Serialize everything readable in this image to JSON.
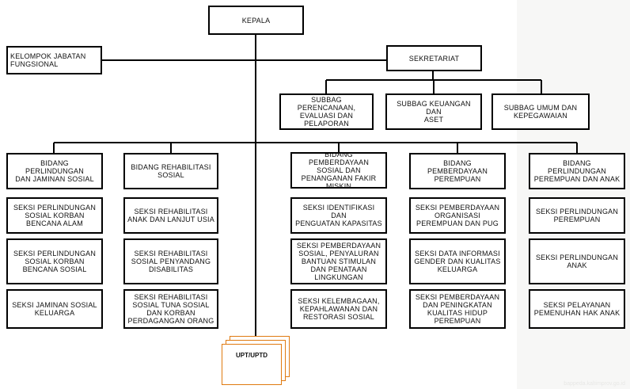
{
  "chart": {
    "head": "KEPALA",
    "functional": "KELOMPOK JABATAN\nFUNGSIONAL",
    "secretariat": "SEKRETARIAT",
    "subbag": [
      "SUBBAG PERENCANAAN,\nEVALUASI DAN\nPELAPORAN",
      "SUBBAG KEUANGAN DAN\nASET",
      "SUBBAG UMUM DAN\nKEPEGAWAIAN"
    ],
    "divisions": [
      {
        "title": "BIDANG PERLINDUNGAN\nDAN JAMINAN SOSIAL",
        "sections": [
          "SEKSI PERLINDUNGAN\nSOSIAL KORBAN\nBENCANA ALAM",
          "SEKSI PERLINDUNGAN\nSOSIAL KORBAN\nBENCANA SOSIAL",
          "SEKSI JAMINAN SOSIAL\nKELUARGA"
        ]
      },
      {
        "title": "BIDANG REHABILITASI\nSOSIAL",
        "sections": [
          "SEKSI REHABILITASI\nANAK DAN LANJUT USIA",
          "SEKSI REHABILITASI\nSOSIAL PENYANDANG\nDISABILITAS",
          "SEKSI REHABILITASI\nSOSIAL TUNA SOSIAL\nDAN KORBAN\nPERDAGANGAN ORANG"
        ]
      },
      {
        "title": "BIDANG PEMBERDAYAAN\nSOSIAL DAN\nPENANGANAN FAKIR\nMISKIN",
        "sections": [
          "SEKSI IDENTIFIKASI DAN\nPENGUATAN KAPASITAS",
          "SEKSI PEMBERDAYAAN\nSOSIAL, PENYALURAN\nBANTUAN STIMULAN\nDAN PENATAAN\nLINGKUNGAN",
          "SEKSI KELEMBAGAAN,\nKEPAHLAWANAN DAN\nRESTORASI SOSIAL"
        ]
      },
      {
        "title": "BIDANG PEMBERDAYAAN\nPEREMPUAN",
        "sections": [
          "SEKSI PEMBERDAYAAN\nORGANISASI\nPEREMPUAN DAN PUG",
          "SEKSI DATA INFORMASI\nGENDER DAN KUALITAS\nKELUARGA",
          "SEKSI PEMBERDAYAAN\nDAN PENINGKATAN\nKUALITAS HIDUP\nPEREMPUAN"
        ]
      },
      {
        "title": "BIDANG PERLINDUNGAN\nPEREMPUAN DAN ANAK",
        "sections": [
          "SEKSI PERLINDUNGAN\nPEREMPUAN",
          "SEKSI PERLINDUNGAN\nANAK",
          "SEKSI PELAYANAN\nPEMENUHAN HAK ANAK"
        ]
      }
    ],
    "uptd": "UPT/UPTD"
  },
  "colors": {
    "line": "#000000",
    "uptd_border": "#e07a10",
    "watermark_panel": "#f7f7f6"
  },
  "watermark": "bappeda.kaltimprov.go.id"
}
